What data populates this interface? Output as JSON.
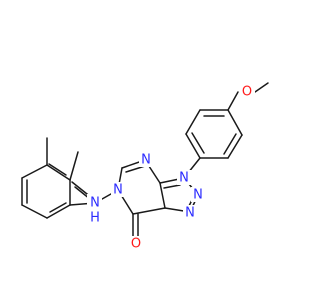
{
  "colors": {
    "background": "#ffffff",
    "bond": "#1a1a1a",
    "carbon": "#1a1a1a",
    "nitrogen": "#2b2bff",
    "oxygen": "#ff1a1a"
  },
  "atom_labels": {
    "ome_oxygen": "O",
    "carbonyl_oxygen": "O",
    "ring_oxygen": "O",
    "amide_nh": "H",
    "amide_n": "N",
    "n_pyrimidine_top": "N",
    "n_pyrimidine_ring": "N",
    "n_triazole_1": "N",
    "n_triazole_2": "N",
    "n_triazole_3": "N"
  }
}
